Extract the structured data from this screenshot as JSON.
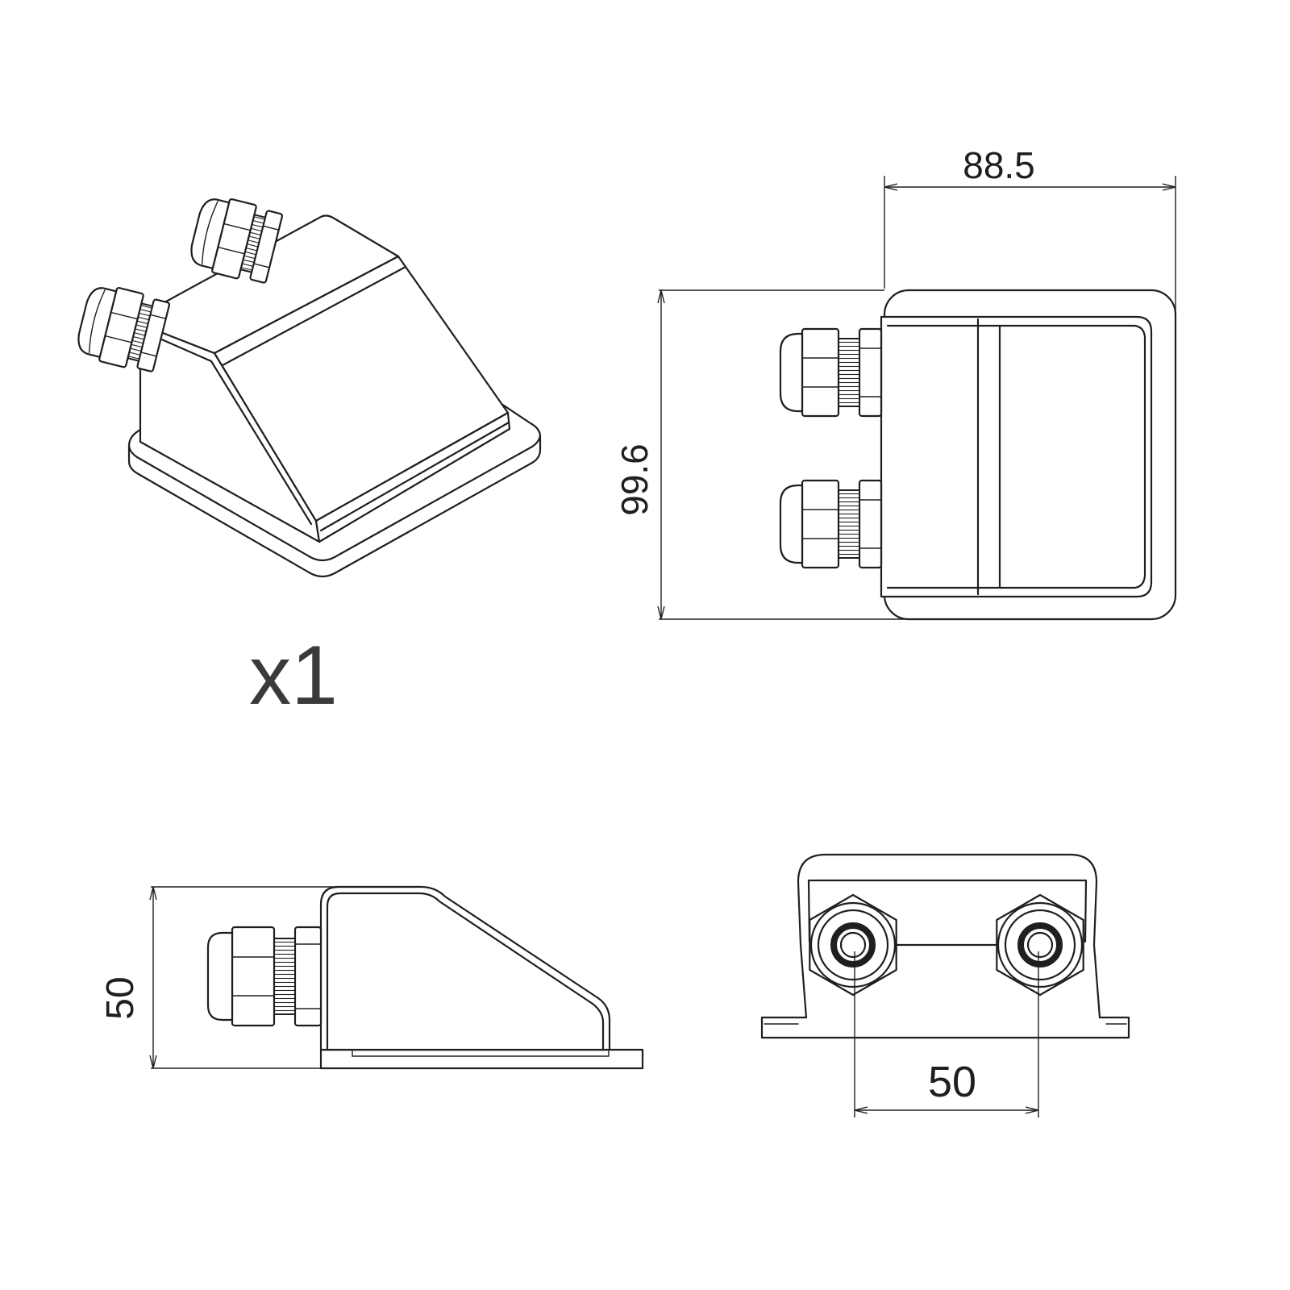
{
  "isometric_view": {
    "quantity_label": "x1"
  },
  "top_view": {
    "width_dimension": "88.5",
    "length_dimension": "99.6"
  },
  "side_view": {
    "height_dimension": "50"
  },
  "front_view": {
    "gland_spacing_dimension": "50"
  },
  "colors": {
    "line": "#1f1f1f",
    "text": "#1f1f1f",
    "quantity_label": "#3a3a3a",
    "background": "#ffffff"
  }
}
